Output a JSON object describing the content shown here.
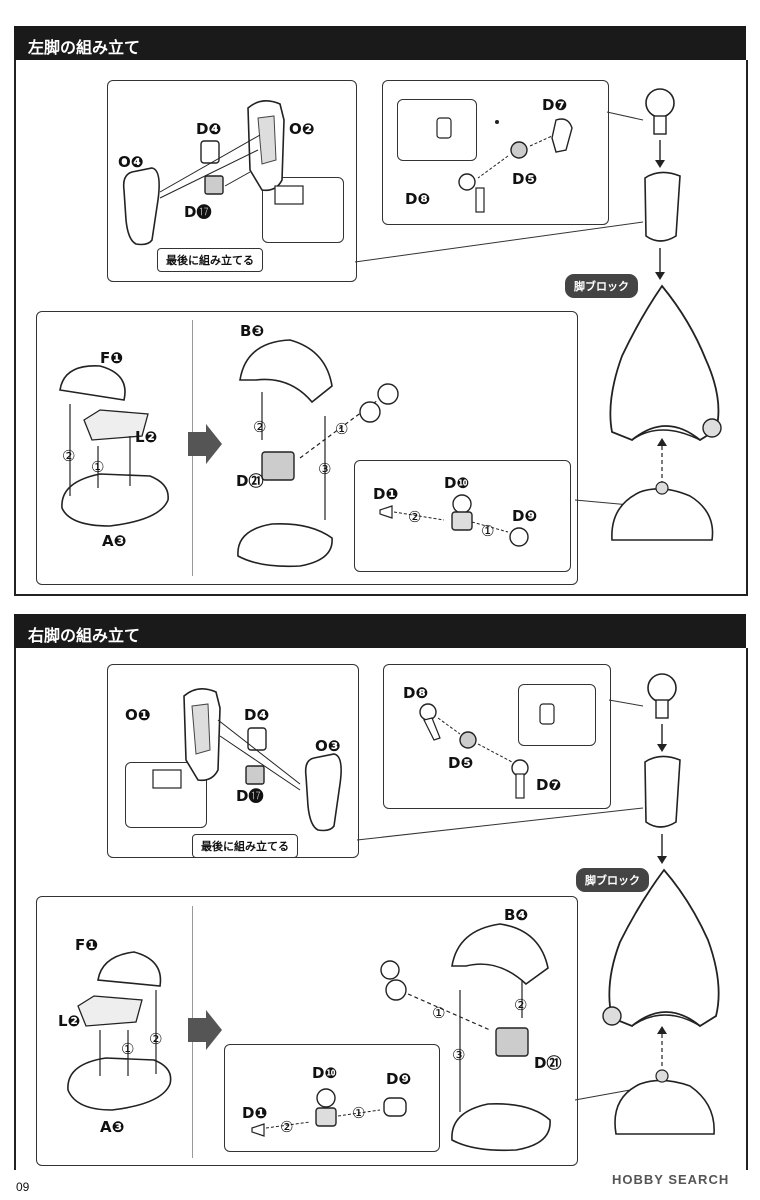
{
  "sections": [
    {
      "title": "左脚の組み立て",
      "labels": {
        "d4": "D❹",
        "o2": "O❷",
        "o4": "O❹",
        "d17": "D⓱",
        "d7": "D❼",
        "d8": "D❽",
        "d5": "D❺",
        "f1": "F❶",
        "l2": "L❷",
        "a3": "A❸",
        "b3": "B❸",
        "d21": "D㉑",
        "d1": "D❶",
        "d10": "D❿",
        "d9": "D❾"
      },
      "last_assembly": "最後に組み立てる",
      "block_tag": "脚ブロック",
      "steps": [
        "①",
        "②",
        "③"
      ]
    },
    {
      "title": "右脚の組み立て",
      "labels": {
        "o1": "O❶",
        "d4": "D❹",
        "o3": "O❸",
        "d17": "D⓱",
        "d8": "D❽",
        "d5": "D❺",
        "d7": "D❼",
        "f1": "F❶",
        "l2": "L❷",
        "a3": "A❸",
        "b4": "B❹",
        "d21": "D㉑",
        "d10": "D❿",
        "d9": "D❾",
        "d1": "D❶"
      },
      "last_assembly": "最後に組み立てる",
      "block_tag": "脚ブロック",
      "steps": [
        "①",
        "②",
        "③"
      ]
    }
  ],
  "page_number": "09",
  "watermark": "HOBBY SEARCH"
}
